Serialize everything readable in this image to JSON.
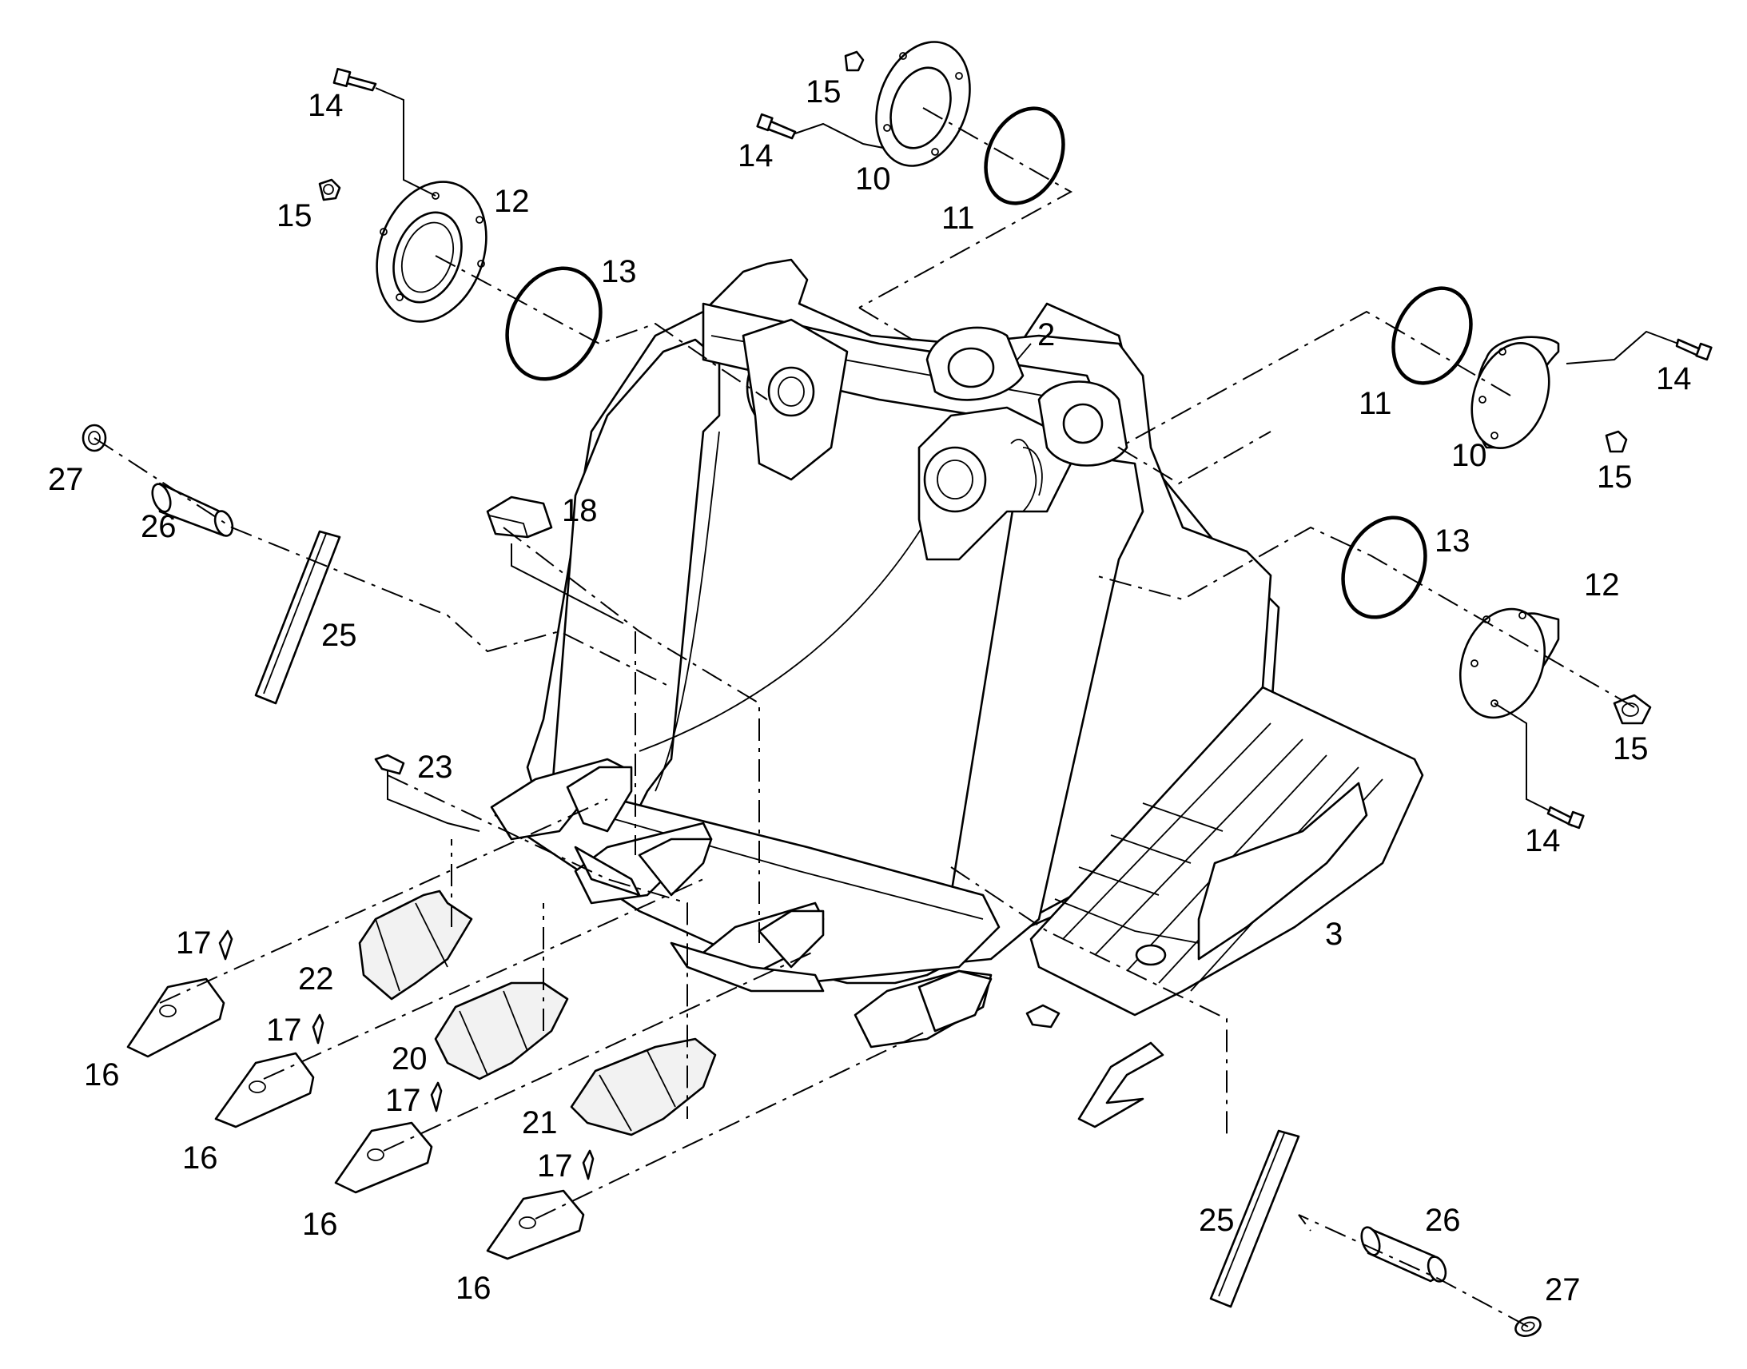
{
  "diagram": {
    "labels": {
      "l2": "2",
      "l3": "3",
      "l10a": "10",
      "l10b": "10",
      "l11a": "11",
      "l11b": "11",
      "l12a": "12",
      "l12b": "12",
      "l13a": "13",
      "l13b": "13",
      "l14a": "14",
      "l14b": "14",
      "l14c": "14",
      "l14d": "14",
      "l15a": "15",
      "l15b": "15",
      "l15c": "15",
      "l15d": "15",
      "l16a": "16",
      "l16b": "16",
      "l16c": "16",
      "l16d": "16",
      "l17a": "17",
      "l17b": "17",
      "l17c": "17",
      "l17d": "17",
      "l18": "18",
      "l20": "20",
      "l21": "21",
      "l22": "22",
      "l23": "23",
      "l25a": "25",
      "l25b": "25",
      "l26a": "26",
      "l26b": "26",
      "l27a": "27",
      "l27b": "27"
    }
  }
}
